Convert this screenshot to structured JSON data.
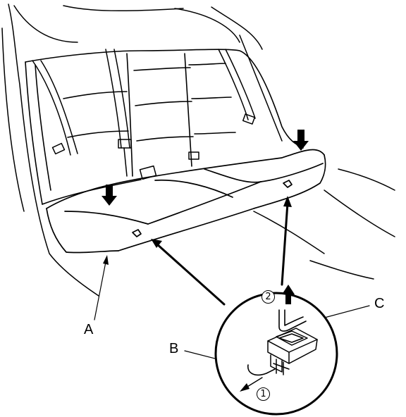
{
  "labels": {
    "a": "A",
    "b": "B",
    "c": "C"
  },
  "steps": {
    "step1": "1",
    "step2": "2"
  },
  "colors": {
    "line": "#000000",
    "background": "#ffffff"
  }
}
